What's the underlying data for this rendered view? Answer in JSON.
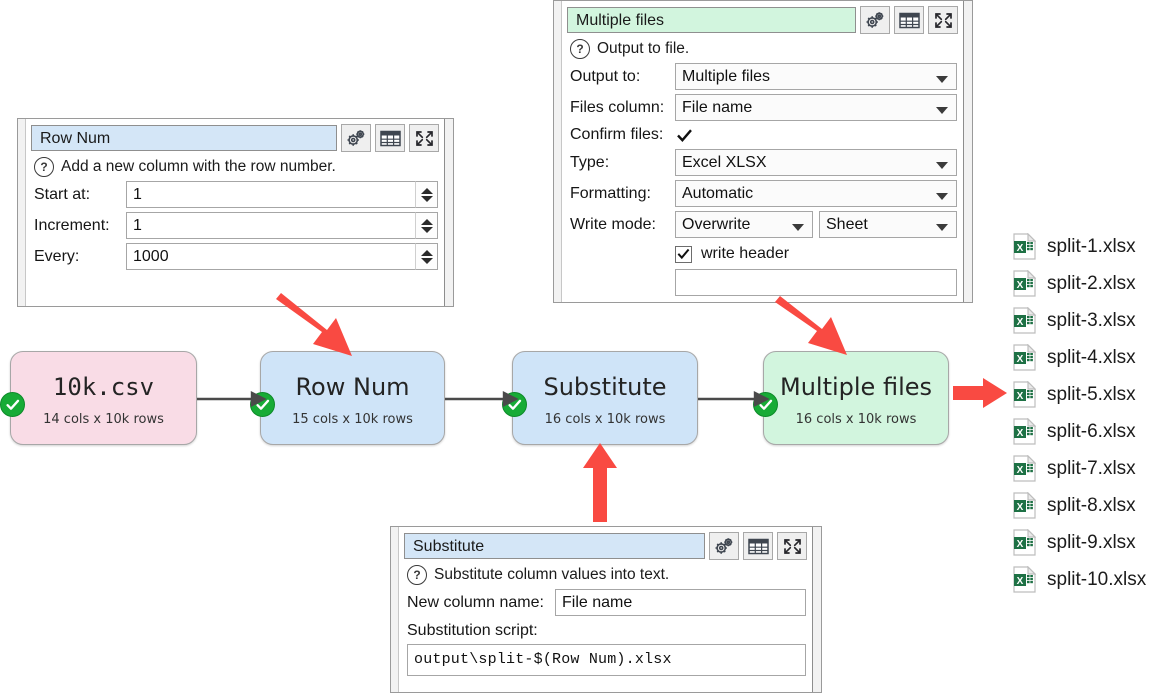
{
  "panels": {
    "row_num": {
      "title": "Row Num",
      "hint": "Add a new column with the row number.",
      "fields": [
        {
          "label": "Start at:",
          "value": "1"
        },
        {
          "label": "Increment:",
          "value": "1"
        },
        {
          "label": "Every:",
          "value": "1000"
        }
      ],
      "icons": [
        "gears-icon",
        "table-icon",
        "expand-icon"
      ]
    },
    "multiple_files": {
      "title": "Multiple files",
      "hint": "Output to file.",
      "fields": [
        {
          "label": "Output to:",
          "value": "Multiple files"
        },
        {
          "label": "Files column:",
          "value": "File name"
        },
        {
          "label": "Confirm files:",
          "value": ""
        },
        {
          "label": "Type:",
          "value": "Excel XLSX"
        },
        {
          "label": "Formatting:",
          "value": "Automatic"
        },
        {
          "label": "Write mode:",
          "value": "Overwrite",
          "value2": "Sheet"
        }
      ],
      "write_header_label": "write header",
      "icons": [
        "gears-icon",
        "table-icon",
        "expand-icon"
      ]
    },
    "substitute": {
      "title": "Substitute",
      "hint": "Substitute column values into text.",
      "new_column_label": "New column name:",
      "new_column_value": "File name",
      "script_label": "Substitution script:",
      "script_value": "output\\split-$(Row Num).xlsx",
      "icons": [
        "gears-icon",
        "table-icon",
        "expand-icon"
      ]
    }
  },
  "nodes": [
    {
      "title": "10k.csv",
      "sub": "14 cols x 10k rows",
      "color": "pink",
      "status": "ok"
    },
    {
      "title": "Row Num",
      "sub": "15 cols x 10k rows",
      "color": "blue",
      "status": "ok"
    },
    {
      "title": "Substitute",
      "sub": "16 cols x 10k rows",
      "color": "blue",
      "status": "ok"
    },
    {
      "title": "Multiple files",
      "sub": "16 cols x 10k rows",
      "color": "green",
      "status": "ok"
    }
  ],
  "files": [
    "split-1.xlsx",
    "split-2.xlsx",
    "split-3.xlsx",
    "split-4.xlsx",
    "split-5.xlsx",
    "split-6.xlsx",
    "split-7.xlsx",
    "split-8.xlsx",
    "split-9.xlsx",
    "split-10.xlsx"
  ],
  "colors": {
    "pink_node": "#f9dce6",
    "blue_node": "#cfe4f8",
    "green_node": "#d2f5de",
    "arrow_red": "#f94a42",
    "status_green": "#17ab36",
    "excel_green": "#1e7145"
  }
}
